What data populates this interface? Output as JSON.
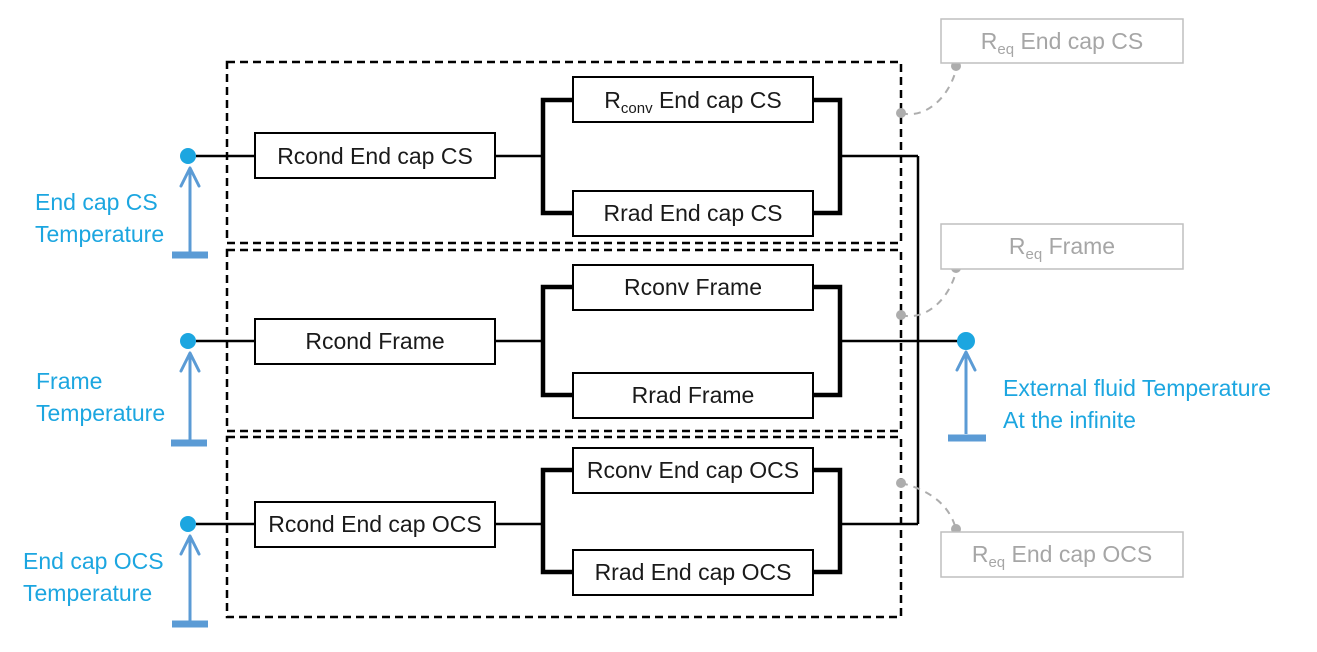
{
  "colors": {
    "node_blue": "#1CA6E0",
    "arrow_blue": "#5B9BD5",
    "gray_text": "#A6A6A6",
    "gray_border": "#BFBFBF",
    "connector_gray": "#ADADAD",
    "line_black": "#000000"
  },
  "temperature_labels": {
    "endcap_cs": {
      "line1": "End cap CS",
      "line2": "Temperature"
    },
    "frame": {
      "line1": "Frame",
      "line2": "Temperature"
    },
    "endcap_ocs": {
      "line1": "End cap OCS",
      "line2": "Temperature"
    },
    "external": {
      "line1": "External fluid Temperature",
      "line2": "At the infinite"
    }
  },
  "resistor_boxes": {
    "rcond_cs": "Rcond End cap CS",
    "rconv_cs": {
      "base": "R",
      "sub": "conv",
      "rest": " End cap CS"
    },
    "rrad_cs": "Rrad End cap CS",
    "rcond_frame": "Rcond Frame",
    "rconv_frame": "Rconv Frame",
    "rrad_frame": "Rrad Frame",
    "rcond_ocs": "Rcond End cap OCS",
    "rconv_ocs": "Rconv End cap OCS",
    "rrad_ocs": "Rrad End cap OCS"
  },
  "equivalent_boxes": {
    "cs": {
      "base": "R",
      "sub": "eq",
      "rest": " End cap CS"
    },
    "frame": {
      "base": "R",
      "sub": "eq",
      "rest": " Frame"
    },
    "ocs": {
      "base": "R",
      "sub": "eq",
      "rest": " End cap OCS"
    }
  }
}
